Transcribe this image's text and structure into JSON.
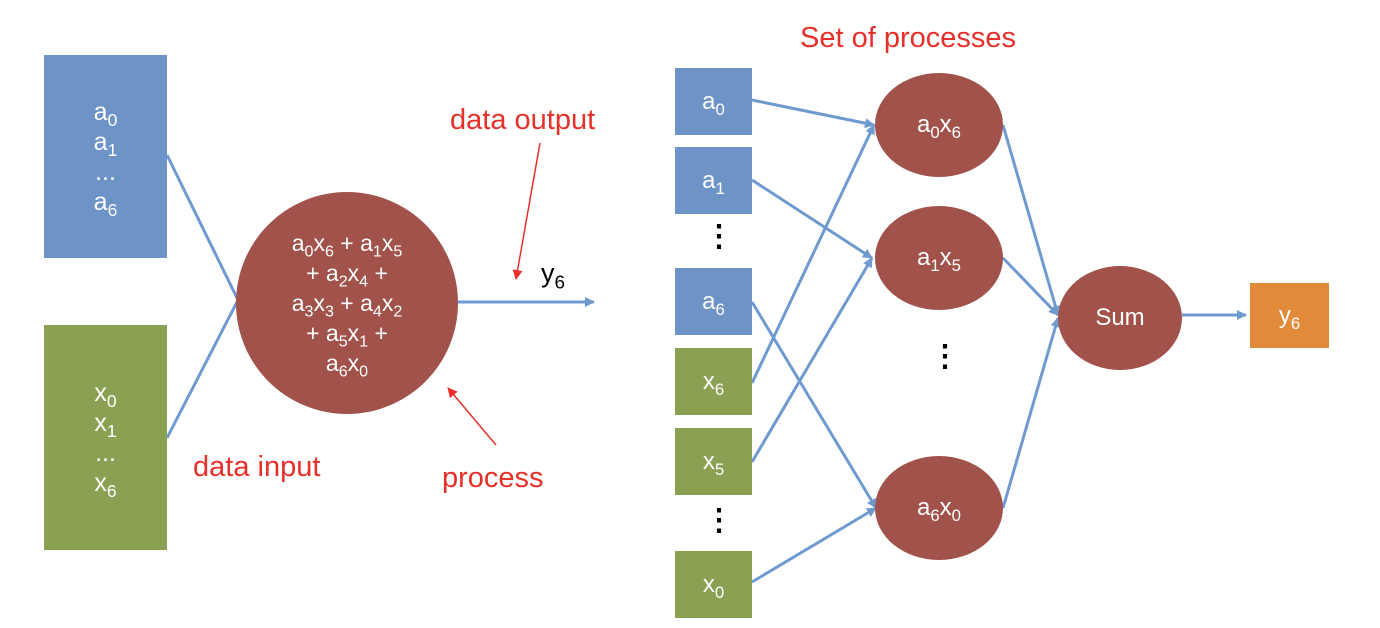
{
  "colors": {
    "blue": "#6d93c7",
    "green": "#8aa052",
    "circle": "#a0524b",
    "orange": "#e08a3a",
    "arrow": "#6f9ad0",
    "label": "#e8302a"
  },
  "left": {
    "a_box": [
      "a0",
      "a1",
      "...",
      "a6"
    ],
    "x_box": [
      "x0",
      "x1",
      "...",
      "x6"
    ],
    "process_lines": [
      "a0x6 + a1x5",
      "+ a2x4 +",
      "a3x3 + a4x2",
      "+ a5x1 +",
      "a6x0"
    ],
    "output": "y6",
    "labels": {
      "data_output": "data output",
      "data_input": "data input",
      "process": "process"
    }
  },
  "right": {
    "title": "Set of processes",
    "inputs": [
      "a0",
      "a1",
      "a6",
      "x6",
      "x5",
      "x0"
    ],
    "processes": [
      "a0x6",
      "a1x5",
      "a6x0"
    ],
    "sum": "Sum",
    "output": "y6"
  }
}
